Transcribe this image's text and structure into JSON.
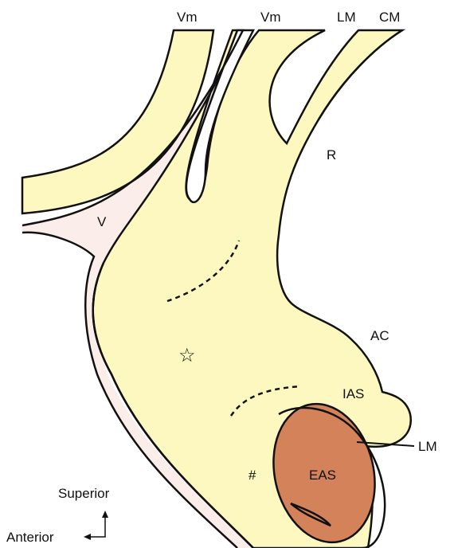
{
  "labels": {
    "vm_left": "Vm",
    "vm_right": "Vm",
    "lm_top": "LM",
    "cm_top": "CM",
    "r": "R",
    "v": "V",
    "ac": "AC",
    "ias": "IAS",
    "lm_right": "LM",
    "eas": "EAS",
    "hash": "#",
    "star": "☆",
    "superior": "Superior",
    "anterior": "Anterior"
  },
  "colors": {
    "tissue_fill": "#fdf8c0",
    "muscle_fill": "#d4825a",
    "lining_fill": "#fbeeea",
    "outline": "#111111"
  }
}
